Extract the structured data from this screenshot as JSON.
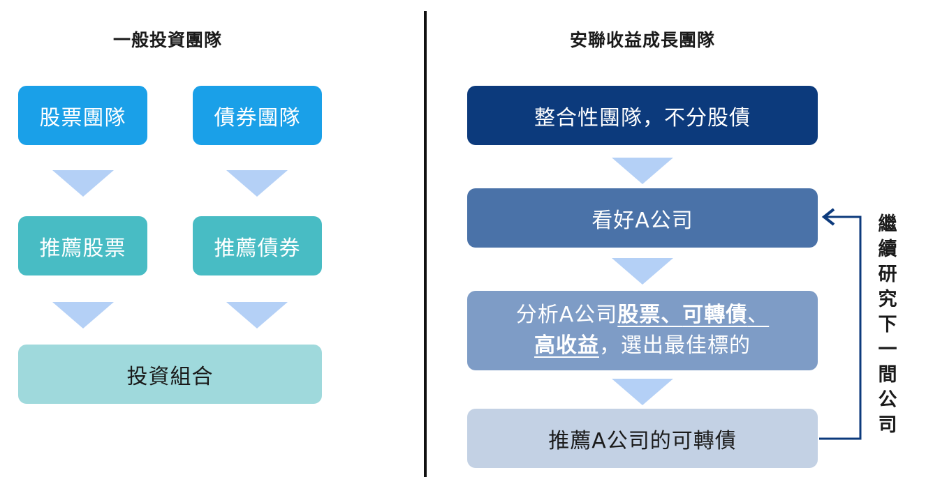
{
  "left": {
    "title": "一般投資團隊",
    "stock_team": "股票團隊",
    "bond_team": "債券團隊",
    "recommend_stock": "推薦股票",
    "recommend_bond": "推薦債券",
    "portfolio": "投資組合"
  },
  "right": {
    "title": "安聯收益成長團隊",
    "integrated_team": "整合性團隊，不分股債",
    "like_company": "看好A公司",
    "analysis": {
      "prefix": "分析A公司",
      "stocks": "股票",
      "sep1": "、",
      "convertible": "可轉債",
      "sep2": "、",
      "high_yield": "高收益",
      "suffix": "，選出最佳標的"
    },
    "recommend_convertible": "推薦A公司的可轉債",
    "loop_label": [
      "繼",
      "續",
      "研",
      "究",
      "下",
      "一",
      "間",
      "公",
      "司"
    ]
  },
  "colors": {
    "stock_team_bg": "#1aa0e8",
    "recommend_bg": "#48bcc4",
    "portfolio_bg": "#9fd9dc",
    "arrow": "#b4d0f6",
    "integrated_bg": "#0c3a7c",
    "like_bg": "#4a72a8",
    "analysis_bg": "#7e9cc6",
    "recommend_convertible_bg": "#c3d1e4",
    "loop_line": "#0c3a7c"
  }
}
